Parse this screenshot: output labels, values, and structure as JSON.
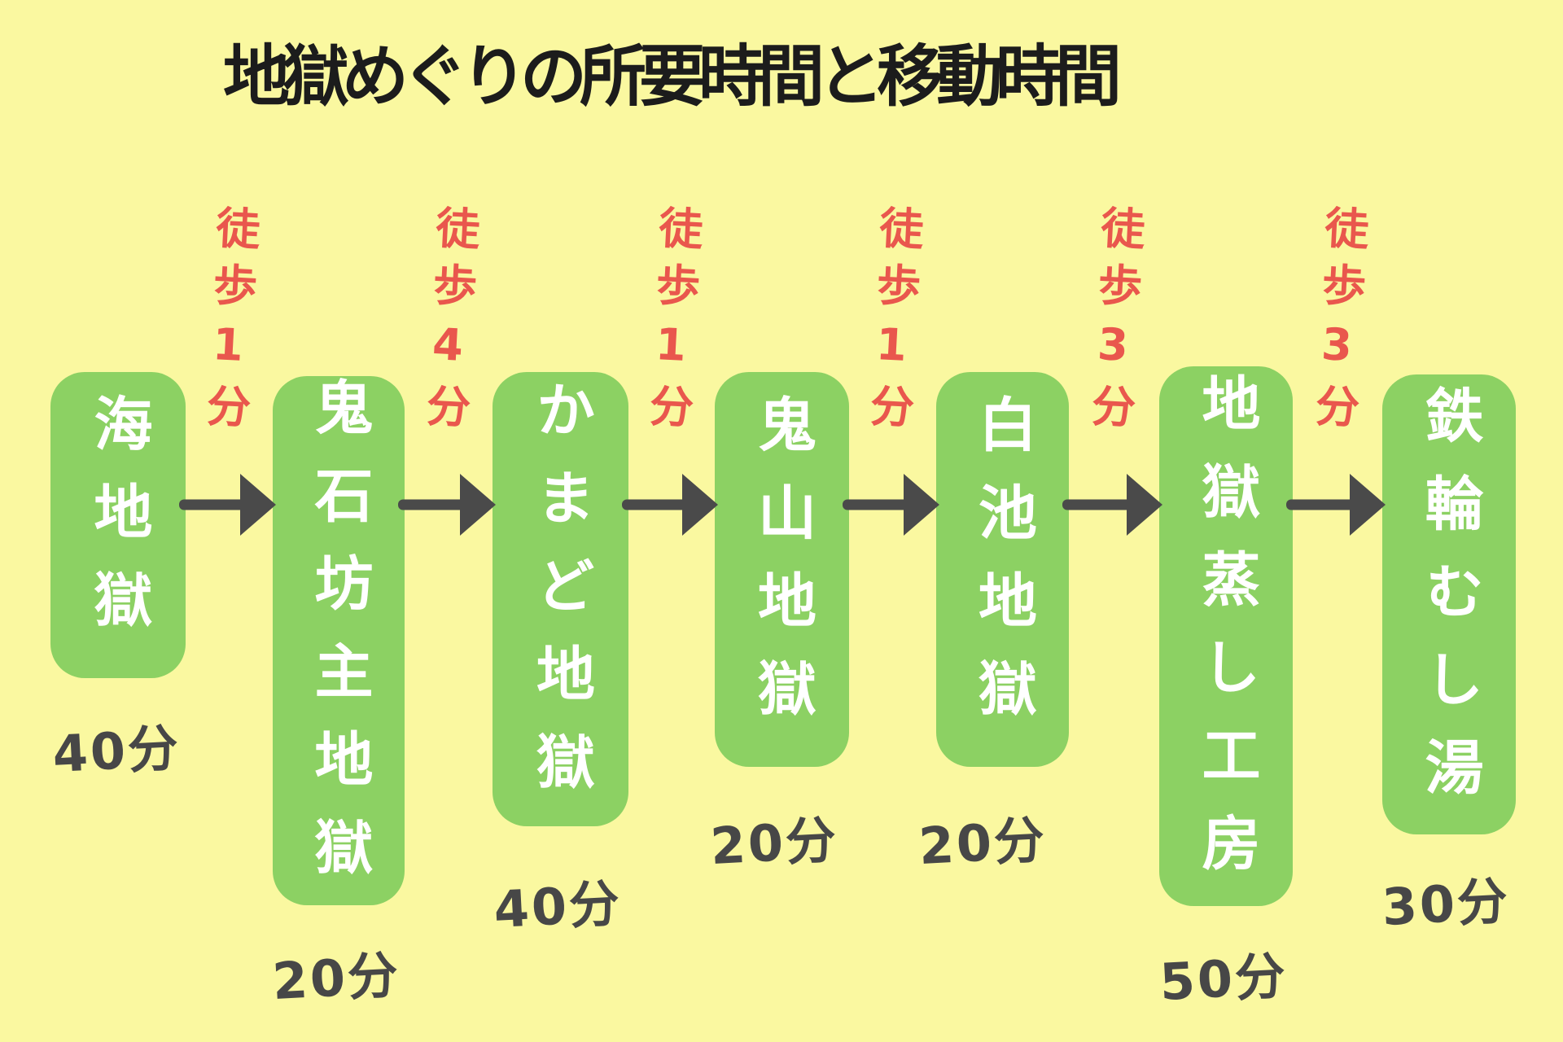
{
  "title": "地獄めぐりの所要時間と移動時間",
  "colors": {
    "background": "#FAF8A0",
    "node_green": "#8CD163",
    "node_text": "#FFFFFF",
    "walk_red": "#E9574D",
    "duration_gray": "#474747",
    "arrow_gray": "#4A4A4A",
    "title_black": "#1C1C1C"
  },
  "flow": {
    "stops": [
      {
        "name": "海地獄",
        "duration": "40分"
      },
      {
        "name": "鬼石坊主地獄",
        "duration": "20分"
      },
      {
        "name": "かまど地獄",
        "duration": "40分"
      },
      {
        "name": "鬼山地獄",
        "duration": "20分"
      },
      {
        "name": "白池地獄",
        "duration": "20分"
      },
      {
        "name": "地獄蒸し工房",
        "duration": "50分"
      },
      {
        "name": "鉄輪むし湯",
        "duration": "30分"
      }
    ],
    "transfers": [
      {
        "label": "徒歩1分"
      },
      {
        "label": "徒歩4分"
      },
      {
        "label": "徒歩1分"
      },
      {
        "label": "徒歩1分"
      },
      {
        "label": "徒歩3分"
      },
      {
        "label": "徒歩3分"
      }
    ]
  }
}
